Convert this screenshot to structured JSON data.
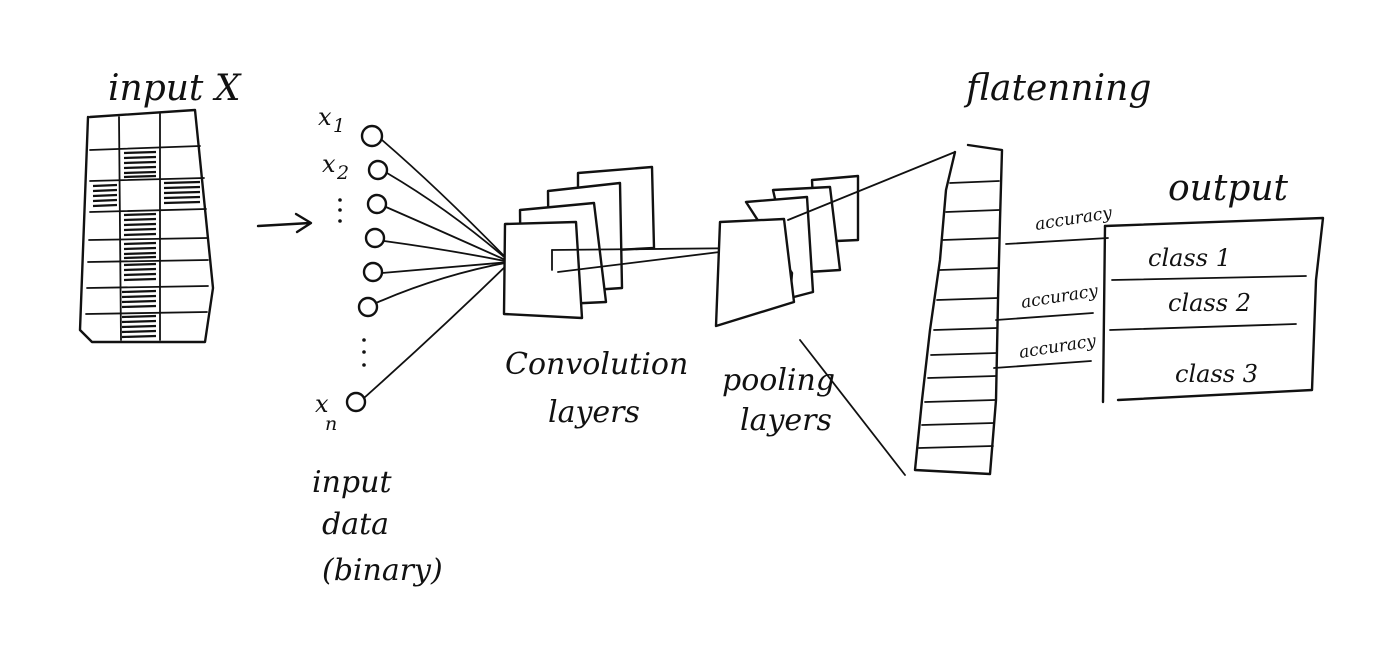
{
  "input": {
    "title": "input X",
    "variables": {
      "first": "x",
      "first_sub": "1",
      "second": "x",
      "second_sub": "2",
      "last": "x",
      "last_sub": "n"
    },
    "caption_line1": "input",
    "caption_line2": "data",
    "caption_line3": "(binary)"
  },
  "convolution": {
    "line1": "Convolution",
    "line2": "layers"
  },
  "pooling": {
    "line1": "pooling",
    "line2": "layers"
  },
  "flattening": {
    "label": "flatenning"
  },
  "output": {
    "title": "output",
    "classes": [
      "class 1",
      "class 2",
      "class 3"
    ],
    "edge_label": "accuracy"
  }
}
